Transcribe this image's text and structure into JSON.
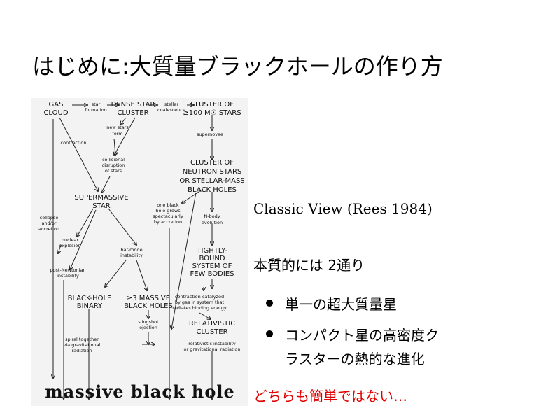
{
  "title": "はじめに:大質量ブラックホールの作り方",
  "diagram": {
    "nodes": {
      "gas_cloud": [
        "GAS",
        "CLOUD"
      ],
      "star_formation": [
        "star",
        "formation"
      ],
      "dense_star_cluster": [
        "DENSE STAR",
        "CLUSTER"
      ],
      "stellar_coalescence": [
        "stellar",
        "coalescence"
      ],
      "cluster_massive": [
        "CLUSTER OF",
        "≥100 M☉ STARS"
      ],
      "new_stars_form": [
        "'new stars'",
        "form"
      ],
      "contraction": [
        "contraction"
      ],
      "supernovae": [
        "supernovae"
      ],
      "collisional": [
        "collisional",
        "disruption",
        "of stars"
      ],
      "cluster_neutron": [
        "CLUSTER OF",
        "NEUTRON STARS",
        "OR STELLAR-MASS",
        "BLACK HOLES"
      ],
      "supermassive_star": [
        "SUPERMASSIVE",
        "STAR"
      ],
      "one_black_hole": [
        "one black",
        "hole grows",
        "spectacularly",
        "by accretion"
      ],
      "nbody": [
        "N-body",
        "evolution"
      ],
      "collapse": [
        "collapse",
        "and/or",
        "accretion"
      ],
      "nuclear": [
        "nuclear",
        "explosion"
      ],
      "nonmass": [
        "bar-mode",
        "instability"
      ],
      "post_newtonian": [
        "post-Newtonian",
        "instability"
      ],
      "tightly_bound": [
        "TIGHTLY-",
        "BOUND",
        "SYSTEM OF",
        "FEW BODIES"
      ],
      "bh_binary": [
        "BLACK-HOLE",
        "BINARY"
      ],
      "three_massive": [
        "≥3 MASSIVE",
        "BLACK HOLES"
      ],
      "contraction_catalyzed": [
        "contraction catalyzed",
        "by gas in system that",
        "radiates binding energy"
      ],
      "slingshot": [
        "slingshot",
        "ejection"
      ],
      "relativistic_cluster": [
        "RELATIVISTIC",
        "CLUSTER"
      ],
      "spiral": [
        "spiral together",
        "via gravitational",
        "radiation"
      ],
      "relativistic_instability": [
        "relativistic instability",
        "or gravitational radiation"
      ]
    },
    "result": "massive black hole"
  },
  "classic_view": "Classic View (Rees 1984)",
  "subtitle": "本質的には 2通り",
  "bullets": [
    [
      "単一の超大質量星"
    ],
    [
      "コンパクト星の高密度ク",
      "ラスターの熱的な進化"
    ]
  ],
  "conclusion": "どちらも簡単ではない…",
  "colors": {
    "conclusion": "#e00000",
    "diagram_bg": "#f3f3f3"
  }
}
